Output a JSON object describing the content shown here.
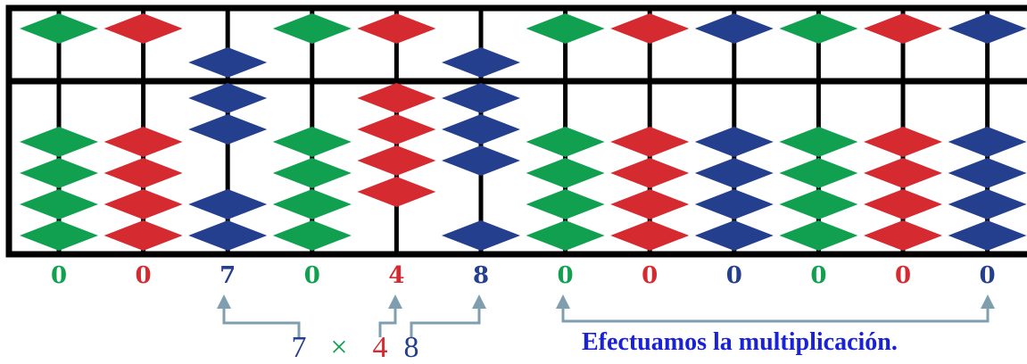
{
  "colors": {
    "green": "#10a050",
    "red": "#d42a30",
    "blue": "#253f8f",
    "frame": "#000000",
    "bracket": "#7f9fb0"
  },
  "rods": [
    {
      "color": "green",
      "digit": "0",
      "heaven_active": false,
      "earth_active": 0
    },
    {
      "color": "red",
      "digit": "0",
      "heaven_active": false,
      "earth_active": 0
    },
    {
      "color": "blue",
      "digit": "7",
      "heaven_active": true,
      "earth_active": 2
    },
    {
      "color": "green",
      "digit": "0",
      "heaven_active": false,
      "earth_active": 0
    },
    {
      "color": "red",
      "digit": "4",
      "heaven_active": false,
      "earth_active": 4
    },
    {
      "color": "blue",
      "digit": "8",
      "heaven_active": true,
      "earth_active": 3
    },
    {
      "color": "green",
      "digit": "0",
      "heaven_active": false,
      "earth_active": 0
    },
    {
      "color": "red",
      "digit": "0",
      "heaven_active": false,
      "earth_active": 0
    },
    {
      "color": "blue",
      "digit": "0",
      "heaven_active": false,
      "earth_active": 0
    },
    {
      "color": "green",
      "digit": "0",
      "heaven_active": false,
      "earth_active": 0
    },
    {
      "color": "red",
      "digit": "0",
      "heaven_active": false,
      "earth_active": 0
    },
    {
      "color": "blue",
      "digit": "0",
      "heaven_active": false,
      "earth_active": 0
    }
  ],
  "expression": {
    "left": "7",
    "operator": "×",
    "right": "4",
    "third": "8"
  },
  "caption": "Efectuamos la multiplicación."
}
